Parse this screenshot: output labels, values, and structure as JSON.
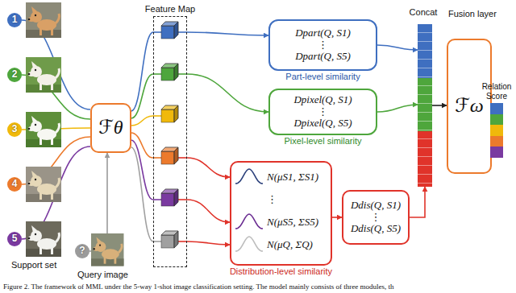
{
  "diagram": {
    "caption": "Figure 2. The framework of MML under the 5-way 1-shot image classification setting. The model mainly consists of three modules, th",
    "nodes": [
      {
        "text": [
          "1"
        ]
      },
      {
        "text": [
          "2"
        ]
      },
      {
        "text": [
          "3"
        ]
      },
      {
        "text": [
          "4"
        ]
      },
      {
        "text": [
          "5"
        ]
      },
      {
        "text": [
          "?"
        ]
      },
      {
        "text": [
          "ℱθ"
        ]
      },
      {
        "text": [
          "Feature Map"
        ]
      },
      {
        "text": [
          "Dpart(Q, S1)",
          "⋮",
          "Dpart(Q, S5)",
          "Part-level similarity"
        ]
      },
      {
        "text": [
          "Dpixel(Q, S1)",
          "⋮",
          "Dpixel(Q, S5)",
          "Pixel-level similarity"
        ]
      },
      {
        "text": [
          "N(μS1, ΣS1)",
          "⋮",
          "N(μS5, ΣS5)",
          "N(μQ, ΣQ)",
          "Distribution-level similarity"
        ]
      },
      {
        "text": [
          "Ddis(Q, S1)",
          "⋮",
          "Ddis(Q, S5)"
        ]
      },
      {
        "text": [
          "Concat"
        ]
      },
      {
        "text": [
          "Fusion layer",
          "ℱω"
        ]
      },
      {
        "text": [
          "Relation Score"
        ]
      }
    ],
    "edges": [
      {
        "from": 0,
        "to": 6,
        "arrow": "none"
      },
      {
        "from": 1,
        "to": 6,
        "arrow": "none"
      },
      {
        "from": 2,
        "to": 6,
        "arrow": "none"
      },
      {
        "from": 3,
        "to": 6,
        "arrow": "none"
      },
      {
        "from": 4,
        "to": 6,
        "arrow": "none"
      },
      {
        "from": 5,
        "to": 6,
        "arrow": "to"
      },
      {
        "from": 6,
        "to": 7,
        "arrow": "none"
      },
      {
        "from": 6,
        "to": 7,
        "arrow": "none"
      },
      {
        "from": 6,
        "to": 7,
        "arrow": "none"
      },
      {
        "from": 6,
        "to": 7,
        "arrow": "none"
      },
      {
        "from": 6,
        "to": 7,
        "arrow": "none"
      },
      {
        "from": 6,
        "to": 7,
        "arrow": "none"
      },
      {
        "from": 7,
        "to": 8,
        "arrow": "to"
      },
      {
        "from": 7,
        "to": 9,
        "arrow": "to"
      },
      {
        "from": 7,
        "to": 10,
        "arrow": "to"
      },
      {
        "from": 7,
        "to": 10,
        "arrow": "to"
      },
      {
        "from": 7,
        "to": 10,
        "arrow": "to"
      },
      {
        "from": 10,
        "to": 11,
        "arrow": "to"
      },
      {
        "from": 8,
        "to": 12,
        "arrow": "to"
      },
      {
        "from": 9,
        "to": 12,
        "arrow": "to"
      },
      {
        "from": 11,
        "to": 12,
        "arrow": "to"
      },
      {
        "from": 12,
        "to": 13,
        "arrow": "to"
      },
      {
        "from": 13,
        "to": 14,
        "arrow": "to"
      }
    ],
    "labels": [
      "Support set",
      "Query image"
    ]
  }
}
